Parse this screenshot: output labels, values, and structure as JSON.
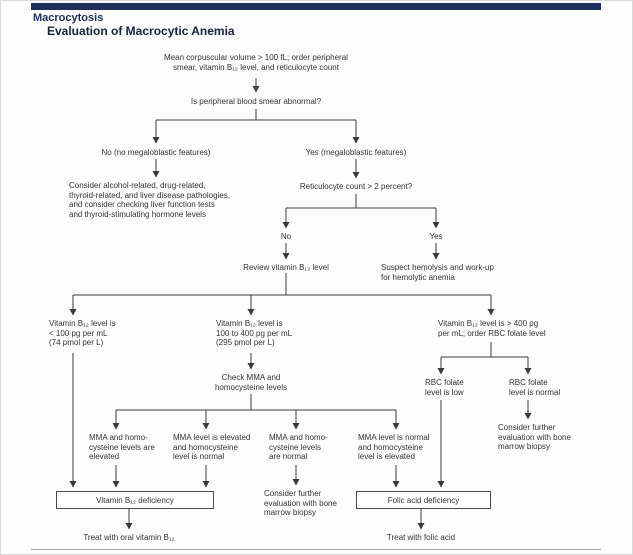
{
  "header": {
    "section": "Macrocytosis",
    "title": "Evaluation of Macrocytic Anemia"
  },
  "nodes": {
    "mcv": "Mean corpuscular volume > 100 fL; order peripheral\nsmear, vitamin B₁₂ level, and reticulocyte count",
    "smear_question": "Is peripheral blood smear abnormal?",
    "no_branch": "No (no megaloblastic features)",
    "yes_branch": "Yes (megaloblastic features)",
    "nonmegaloblastic_workup": "Consider alcohol-related, drug-related,\nthyroid-related, and liver disease pathologies,\nand consider checking liver function tests\nand thyroid-stimulating hormone levels",
    "retic_question": "Reticulocyte count > 2 percent?",
    "retic_no": "No",
    "retic_yes": "Yes",
    "review_b12": "Review vitamin B₁₂ level",
    "hemolysis": "Suspect hemolysis and work-up\nfor hemolytic anemia",
    "b12_low": "Vitamin B₁₂ level is\n< 100 pg per mL\n(74 pmol per L)",
    "b12_mid": "Vitamin B₁₂ level is\n100 to 400 pg per mL\n(295 pmol per L)",
    "b12_high": "Vitamin B₁₂ level is > 400 pg\nper mL; order RBC folate level",
    "check_mma": "Check MMA and\nhomocysteine levels",
    "mma_both_elevated": "MMA and homo-\ncysteine levels are\nelevated",
    "mma_elevated_hcy_normal": "MMA level is elevated\nand homocysteine\nlevel is normal",
    "mma_both_normal": "MMA and homo-\ncysteine levels\nare normal",
    "mma_normal_hcy_elevated": "MMA level is normal\nand homocysteine\nlevel is elevated",
    "rbc_folate_low": "RBC folate\nlevel is low",
    "rbc_folate_normal": "RBC folate\nlevel is normal",
    "biopsy_right": "Consider further\nevaluation with bone\nmarrow biopsy",
    "b12_deficiency": "Vitamin B₁₂ deficiency",
    "biopsy_mid": "Consider further\nevaluation with bone\nmarrow biopsy",
    "folic_deficiency": "Folic acid deficiency",
    "treat_b12": "Treat with oral vitamin B₁₂",
    "treat_folic": "Treat with folic acid"
  }
}
